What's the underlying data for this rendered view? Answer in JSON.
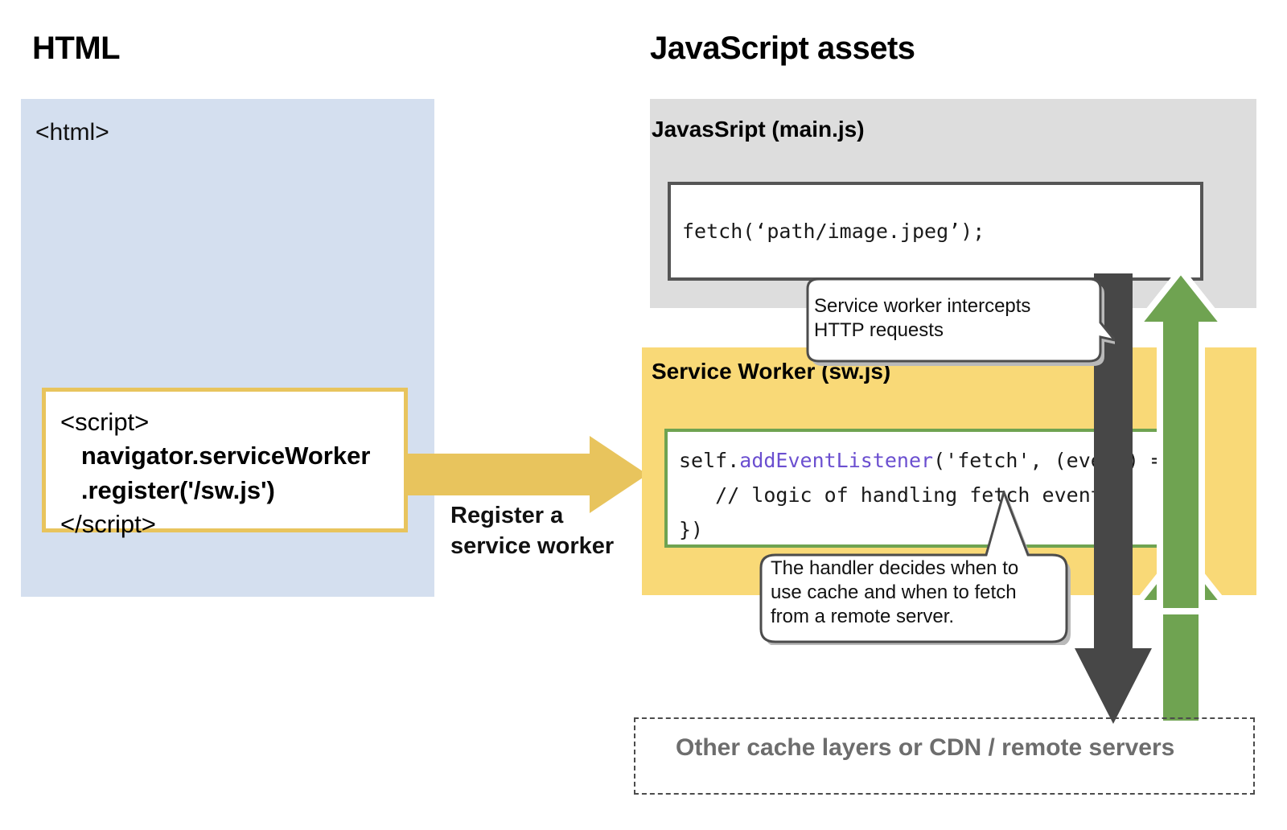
{
  "sections": {
    "html_title": "HTML",
    "js_title": "JavaScript assets"
  },
  "html_panel": {
    "tag": "<html>",
    "bg_color": "#d4dfef",
    "script_box": {
      "border_color": "#e8c45d",
      "line1": "<script>",
      "line2": "   navigator.serviceWorker",
      "line3": "   .register('/sw.js')",
      "line4": "</script>"
    }
  },
  "register_arrow": {
    "label": "Register a\nservice worker",
    "color": "#e8c45d"
  },
  "mainjs_panel": {
    "label": "JavasSript (main.js)",
    "bg_color": "#dddddd",
    "code_box": {
      "border_color": "#555555",
      "code": "fetch(‘path/image.jpeg’);"
    }
  },
  "service_worker_panel": {
    "label": "Service Worker (sw.js)",
    "bg_color": "#f9d977",
    "code_box": {
      "border_color": "#6fa351",
      "line1_a": "self.",
      "line1_b": "addEventListener",
      "line1_c": "('fetch', (event) => {",
      "line2": "   // logic of handling fetch event",
      "line3": "})",
      "highlight_color": "#6b4fd0"
    }
  },
  "callouts": [
    {
      "name": "intercept-callout",
      "text": "Service worker intercepts\nHTTP requests"
    },
    {
      "name": "handler-callout",
      "text": "The handler decides when to\nuse cache and when to fetch\nfrom a remote server."
    }
  ],
  "arrows": {
    "down_arrow_color": "#474747",
    "up_arrow_color": "#6fa351"
  },
  "remote_box": {
    "label": "Other cache layers or CDN / remote servers",
    "text_color": "#6d6d6d",
    "border_style": "dashed"
  }
}
